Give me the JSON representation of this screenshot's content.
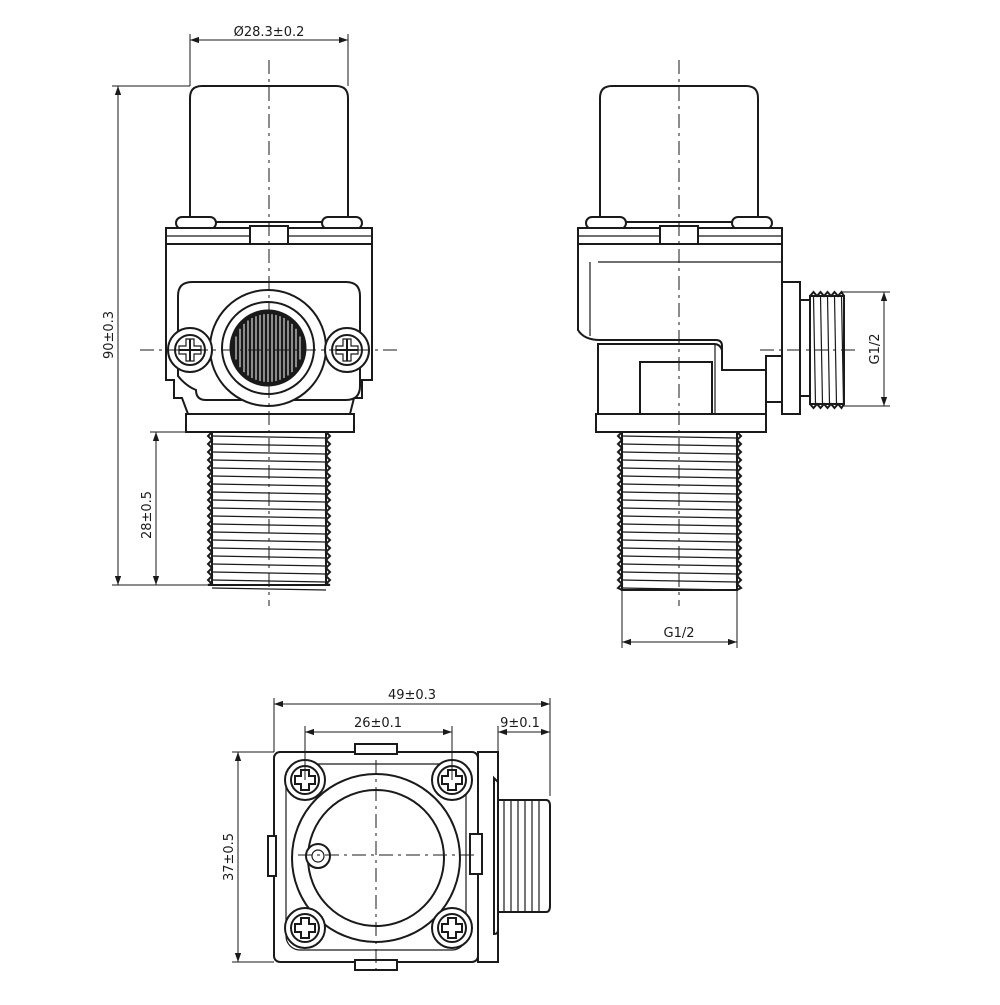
{
  "dimensions": {
    "front_diameter": "Ø28.3±0.2",
    "front_height": "90±0.3",
    "front_thread_length": "28±0.5",
    "side_outlet_thread": "G1/2",
    "side_inlet_thread": "G1/2",
    "top_width": "49±0.3",
    "top_hole_spacing": "26±0.1",
    "top_outlet_length": "9±0.1",
    "top_depth": "37±0.5"
  }
}
